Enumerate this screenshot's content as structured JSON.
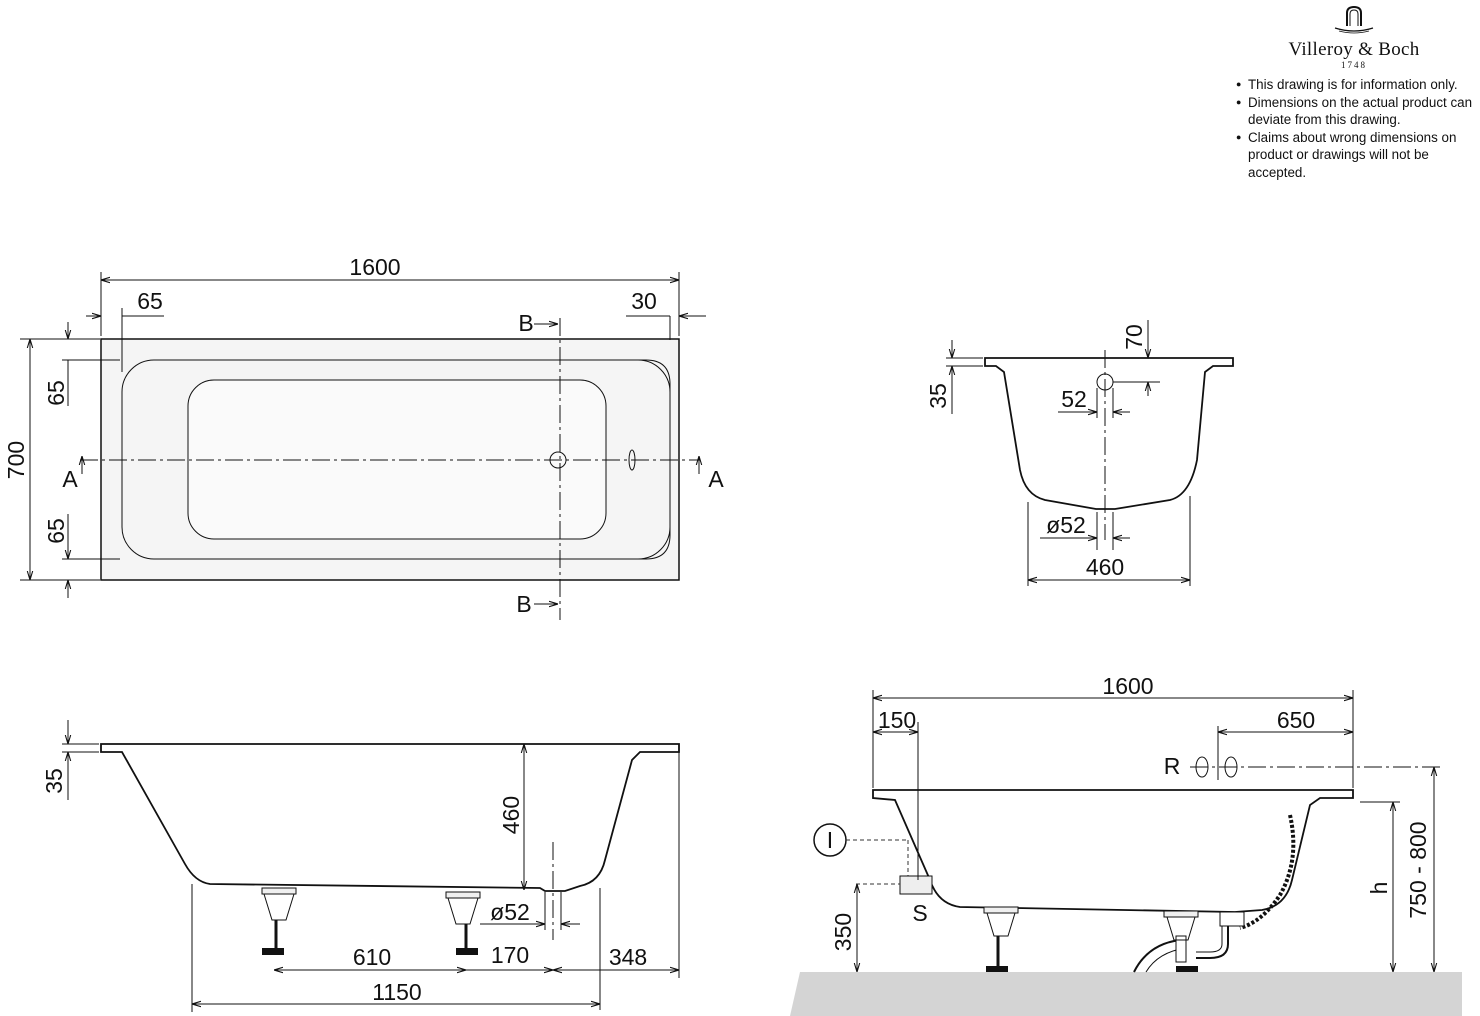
{
  "brand": {
    "name": "Villeroy & Boch",
    "year": "1748"
  },
  "notes": [
    "This drawing is for information only.",
    "Dimensions on the actual product can deviate from this drawing.",
    "Claims about wrong dimensions on product or drawings will not be accepted."
  ],
  "top_view": {
    "length": "1600",
    "offset_left": "65",
    "offset_right": "30",
    "width": "700",
    "rim_top": "65",
    "rim_bottom": "65",
    "section_a": "A",
    "section_b": "B"
  },
  "cross_section": {
    "rim_height": "35",
    "overflow_offset": "70",
    "overflow_diameter": "52",
    "drain_diameter": "ø52",
    "bottom_width": "460"
  },
  "side_view": {
    "rim_height": "35",
    "depth": "460",
    "drain_diameter": "ø52",
    "feet_spacing": "610",
    "drain_offset": "170",
    "end_offset": "348",
    "overall_feet": "1150"
  },
  "installation_view": {
    "length": "1600",
    "waste_offset": "150",
    "overflow_offset": "650",
    "label_r": "R",
    "label_s": "S",
    "label_i": "I",
    "height_label": "h",
    "height_range": "750 - 800",
    "floor_height": "350"
  }
}
